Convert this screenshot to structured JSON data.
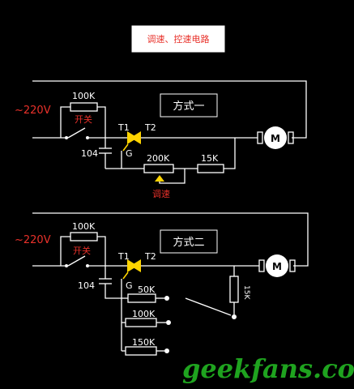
{
  "title": "调速、控速电路",
  "circuit1": {
    "method_label": "方式一",
    "voltage": "~220V",
    "switch_label": "开关",
    "bypass_resistor": "100K",
    "capacitor": "104",
    "t1": "T1",
    "t2": "T2",
    "gate": "G",
    "pot": "200K",
    "series_resistor": "15K",
    "adjust_label": "调速",
    "motor": "M"
  },
  "circuit2": {
    "method_label": "方式二",
    "voltage": "~220V",
    "switch_label": "开关",
    "bypass_resistor": "100K",
    "capacitor": "104",
    "t1": "T1",
    "t2": "T2",
    "gate": "G",
    "selector_resistors": [
      "50K",
      "100K",
      "150K"
    ],
    "vertical_resistor": "15K",
    "motor": "M"
  },
  "watermark": "geekfans.com",
  "colors": {
    "background": "#000000",
    "wire": "#ffffff",
    "label_red": "#e8312a",
    "thyristor_yellow": "#ffd400",
    "watermark_green": "#1fa31f"
  }
}
